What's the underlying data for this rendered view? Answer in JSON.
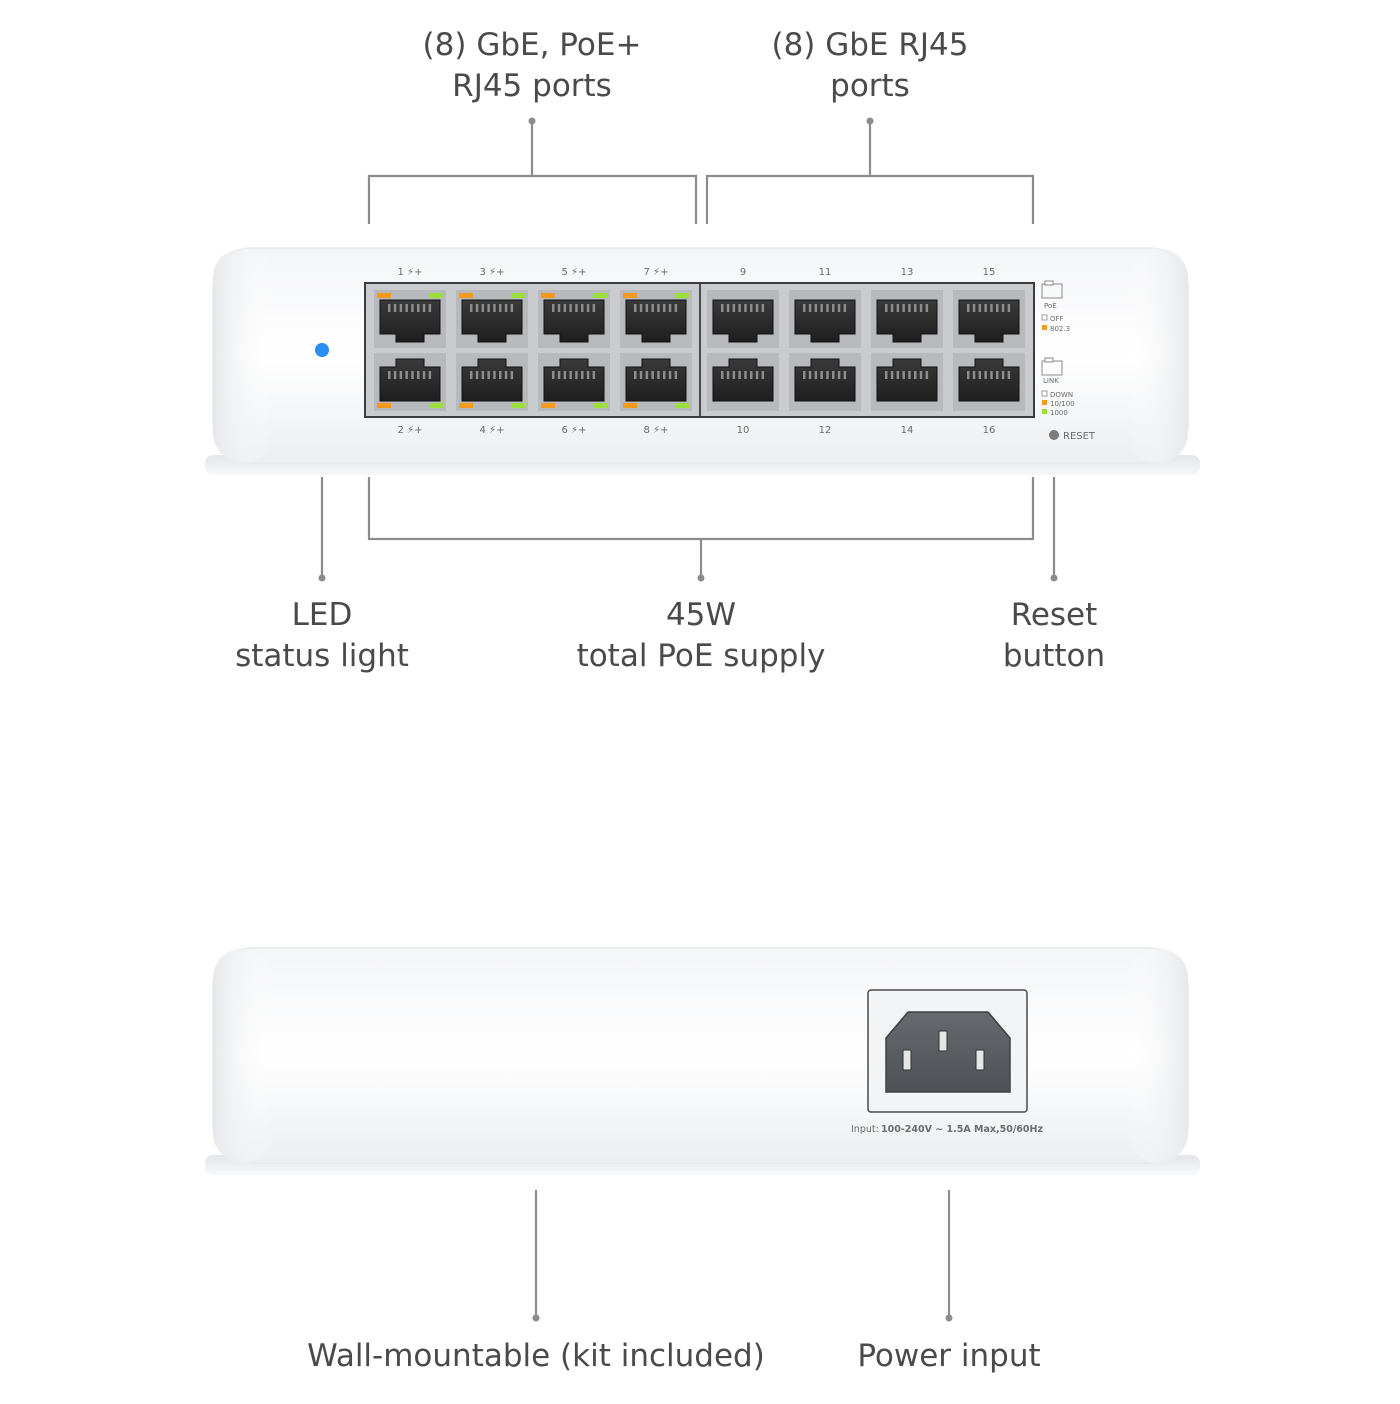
{
  "front_view": {
    "callouts": {
      "poe_ports": [
        "(8) GbE, PoE+",
        "RJ45 ports"
      ],
      "gbe_ports": [
        "(8) GbE RJ45",
        "ports"
      ],
      "led": [
        "LED",
        "status light"
      ],
      "poe_supply": [
        "45W",
        "total PoE supply"
      ],
      "reset": [
        "Reset",
        "button"
      ]
    },
    "port_labels_top": [
      "1",
      "3",
      "5",
      "7",
      "9",
      "11",
      "13",
      "15"
    ],
    "port_labels_bottom": [
      "2",
      "4",
      "6",
      "8",
      "10",
      "12",
      "14",
      "16"
    ],
    "poe_mark": "⚡+",
    "legend": {
      "poe_title": "PoE",
      "poe_items": [
        "OFF",
        "802.3"
      ],
      "link_title": "LINK",
      "link_items": [
        "DOWN",
        "10/100",
        "1000"
      ]
    },
    "reset_label": "RESET",
    "colors": {
      "status_led": "#2b8cf2",
      "led_orange": "#f39a1e",
      "led_green": "#9be03a",
      "bracket_line": "#8c8c8c"
    }
  },
  "rear_view": {
    "callouts": {
      "wall_mount": [
        "Wall-mountable (kit included)"
      ],
      "power_input": [
        "Power input"
      ]
    },
    "power_rating": {
      "prefix": "Input:",
      "value": "100-240V ~ 1.5A Max,50/60Hz"
    }
  }
}
